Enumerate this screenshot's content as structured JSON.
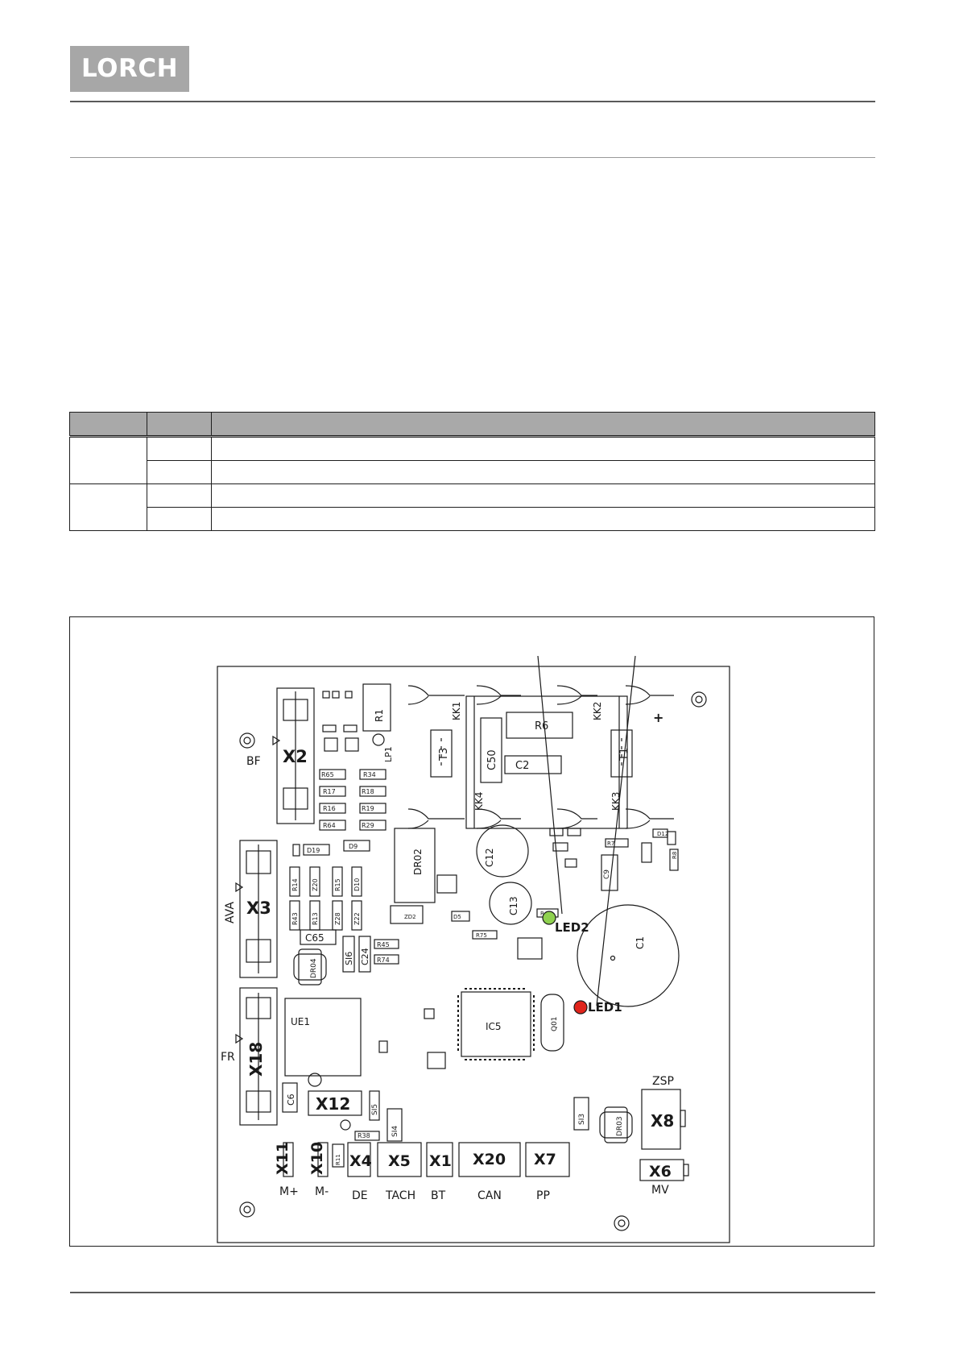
{
  "header": {
    "logo_text": "LORCH"
  },
  "table": {
    "headers": [
      "",
      "",
      ""
    ],
    "rows": [
      [
        "",
        "",
        ""
      ],
      [
        "",
        "",
        ""
      ],
      [
        "",
        "",
        ""
      ],
      [
        "",
        "",
        ""
      ]
    ]
  },
  "pcb": {
    "connectors": [
      {
        "id": "x2",
        "label": "X2"
      },
      {
        "id": "x3",
        "label": "X3"
      },
      {
        "id": "x18",
        "label": "X18"
      },
      {
        "id": "x12",
        "label": "X12"
      },
      {
        "id": "x11",
        "label": "X11"
      },
      {
        "id": "x10",
        "label": "X10"
      },
      {
        "id": "x4",
        "label": "X4"
      },
      {
        "id": "x5",
        "label": "X5"
      },
      {
        "id": "x1",
        "label": "X1"
      },
      {
        "id": "x20",
        "label": "X20"
      },
      {
        "id": "x7",
        "label": "X7"
      },
      {
        "id": "x8",
        "label": "X8"
      },
      {
        "id": "x6",
        "label": "X6"
      }
    ],
    "side_labels": {
      "bf": "BF",
      "ava": "AVA",
      "fr": "FR",
      "zsp": "ZSP"
    },
    "bottom_labels": {
      "m_plus": "M+",
      "m_minus": "M-",
      "de": "DE",
      "tach": "TACH",
      "bt": "BT",
      "can": "CAN",
      "pp": "PP",
      "mv": "MV"
    },
    "leds": [
      {
        "label": "LED2",
        "color": "#8fd14f"
      },
      {
        "label": "LED1",
        "color": "#e0241b"
      }
    ],
    "components": {
      "r1": "R1",
      "r6": "R6",
      "c50": "C50",
      "c2": "C2",
      "t3": "T3",
      "t1": "T1",
      "kk1": "KK1",
      "kk2": "KK2",
      "kk3": "KK3",
      "kk4": "KK4",
      "lp1": "LP1",
      "dr02": "DR02",
      "dr03": "DR03",
      "dr04": "DR04",
      "c12": "C12",
      "c13": "C13",
      "c1": "C1",
      "c65": "C65",
      "c24": "C24",
      "c6": "C6",
      "c9": "C9",
      "si6": "SI6",
      "si5": "SI5",
      "si4": "SI4",
      "si3": "SI3",
      "ue1": "UE1",
      "ic5": "IC5",
      "q01": "Q01",
      "zd2": "ZD2",
      "r65": "R65",
      "r34": "R34",
      "r17": "R17",
      "r18": "R18",
      "r16": "R16",
      "r19": "R19",
      "r64": "R64",
      "r29": "R29",
      "d19": "D19",
      "d9": "D9",
      "r14": "R14",
      "z20": "Z20",
      "r15": "R15",
      "d10": "D10",
      "r43": "R43",
      "r13": "R13",
      "z28": "Z28",
      "z22": "Z22",
      "r45": "R45",
      "r74": "R74",
      "r38": "R38",
      "r7": "R7",
      "r8": "R8",
      "d12": "D12",
      "r44": "R44",
      "r75": "R75",
      "d5": "D5"
    }
  }
}
